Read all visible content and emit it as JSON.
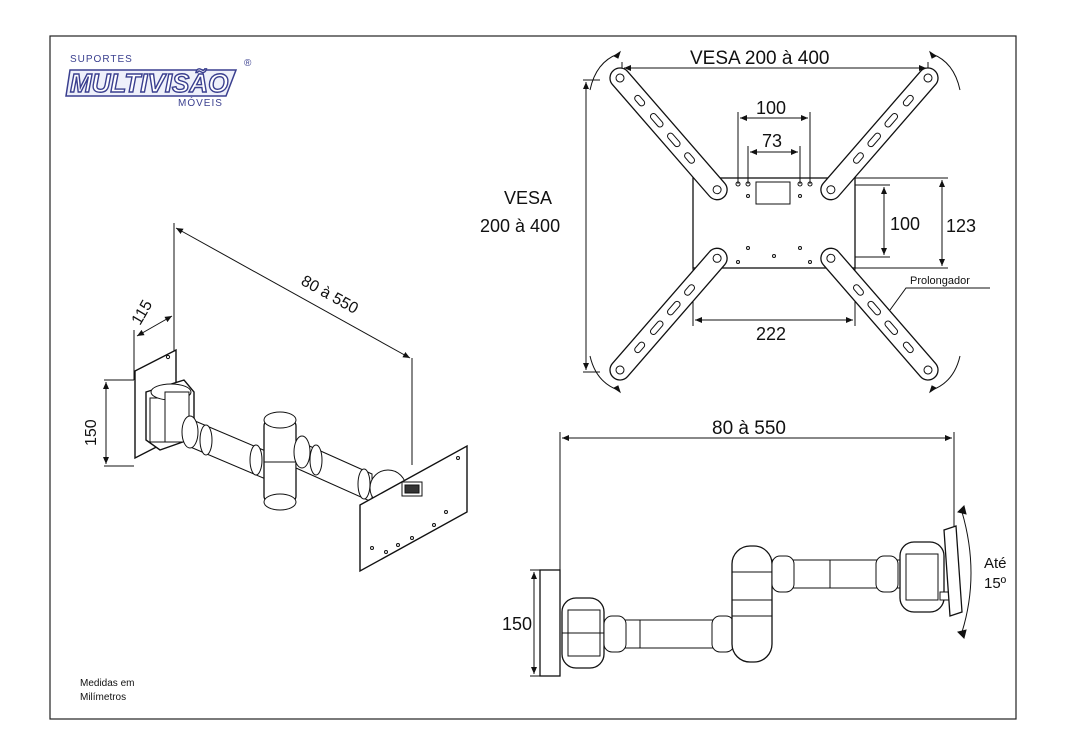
{
  "logo": {
    "top_text": "SUPORTES",
    "main_text": "MULTIVISÃO",
    "bottom_text": "MÓVEIS",
    "registered": "®",
    "color": "#3a3f8f"
  },
  "isometric_view": {
    "dim_depth": "115",
    "dim_height": "150",
    "dim_reach": "80 à 550"
  },
  "front_view": {
    "vesa_top": "VESA 200 à 400",
    "vesa_left_line1": "VESA",
    "vesa_left_line2": "200 à 400",
    "dim_100_top": "100",
    "dim_73": "73",
    "dim_100_right": "100",
    "dim_123": "123",
    "dim_222": "222",
    "extension_label": "Prolongador"
  },
  "side_view": {
    "dim_reach": "80 à 550",
    "dim_height": "150",
    "tilt_line1": "Até",
    "tilt_line2": "15º"
  },
  "note": {
    "line1": "Medidas em",
    "line2": "Milímetros"
  }
}
